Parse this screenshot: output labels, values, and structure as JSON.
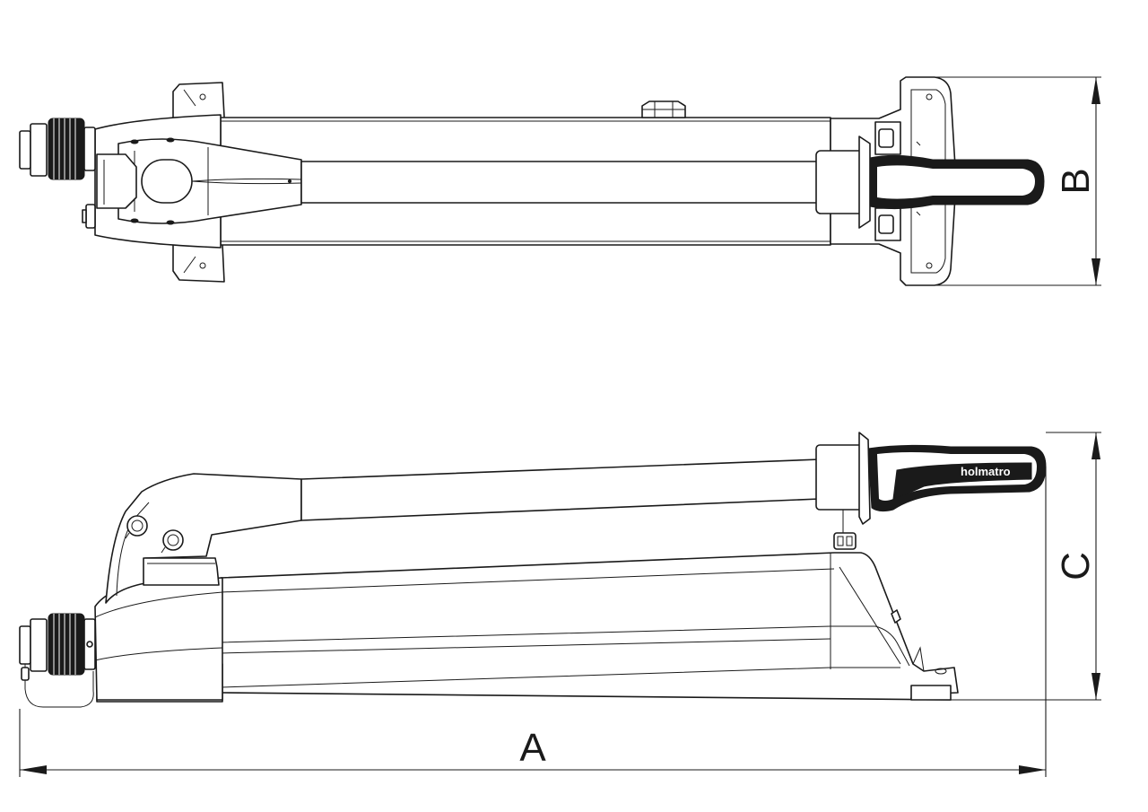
{
  "dimensions": {
    "length_label": "A",
    "width_label": "B",
    "height_label": "C"
  },
  "product": {
    "brand_text": "holmatro"
  },
  "colors": {
    "line": "#1a1a1a",
    "background": "#ffffff"
  }
}
